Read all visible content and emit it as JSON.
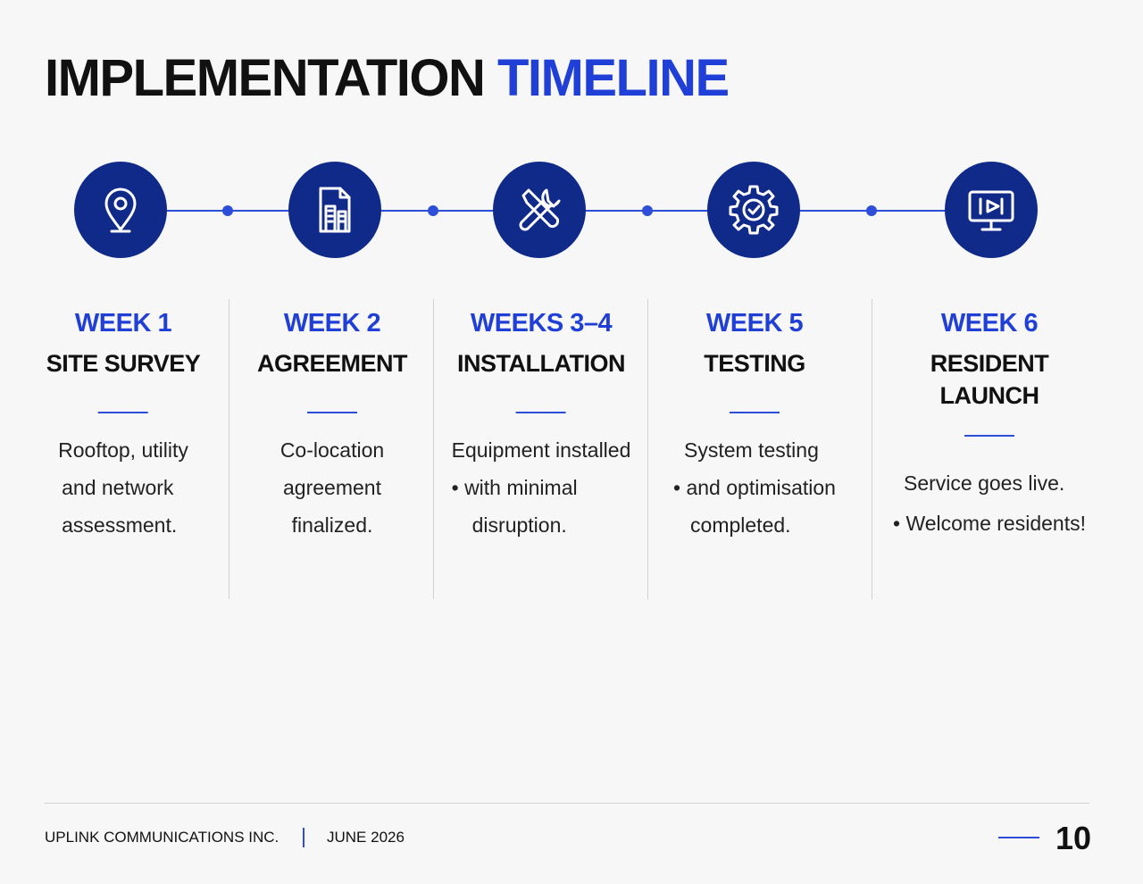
{
  "title": {
    "part1": "IMPLEMENTATION",
    "part2": "TIMELINE"
  },
  "colors": {
    "accent": "#1f3fd6",
    "node": "#102a8a",
    "line": "#2d4fd8"
  },
  "steps": [
    {
      "icon": "location-pin-icon",
      "week": "WEEK 1",
      "phase": [
        "SITE SURVEY"
      ],
      "desc": [
        "Rooftop, utility",
        "and network",
        "assessment."
      ]
    },
    {
      "icon": "building-document-icon",
      "week": "WEEK 2",
      "phase": [
        "AGREEMENT"
      ],
      "desc": [
        "Co-location",
        "agreement",
        "finalized."
      ]
    },
    {
      "icon": "tools-icon",
      "week": "WEEKS 3–4",
      "phase": [
        "INSTALLATION"
      ],
      "desc": [
        "Equipment installed",
        "• with minimal",
        "disruption."
      ]
    },
    {
      "icon": "gear-check-icon",
      "week": "WEEK 5",
      "phase": [
        "TESTING"
      ],
      "desc": [
        "System testing",
        "• and optimisation",
        "completed."
      ]
    },
    {
      "icon": "monitor-play-icon",
      "week": "WEEK 6",
      "phase": [
        "RESIDENT",
        "LAUNCH"
      ],
      "desc": [
        "Service goes live.",
        "• Welcome residents!"
      ]
    }
  ],
  "footer": {
    "company": "UPLINK COMMUNICATIONS INC.",
    "date": "JUNE 2026",
    "page": "10"
  }
}
